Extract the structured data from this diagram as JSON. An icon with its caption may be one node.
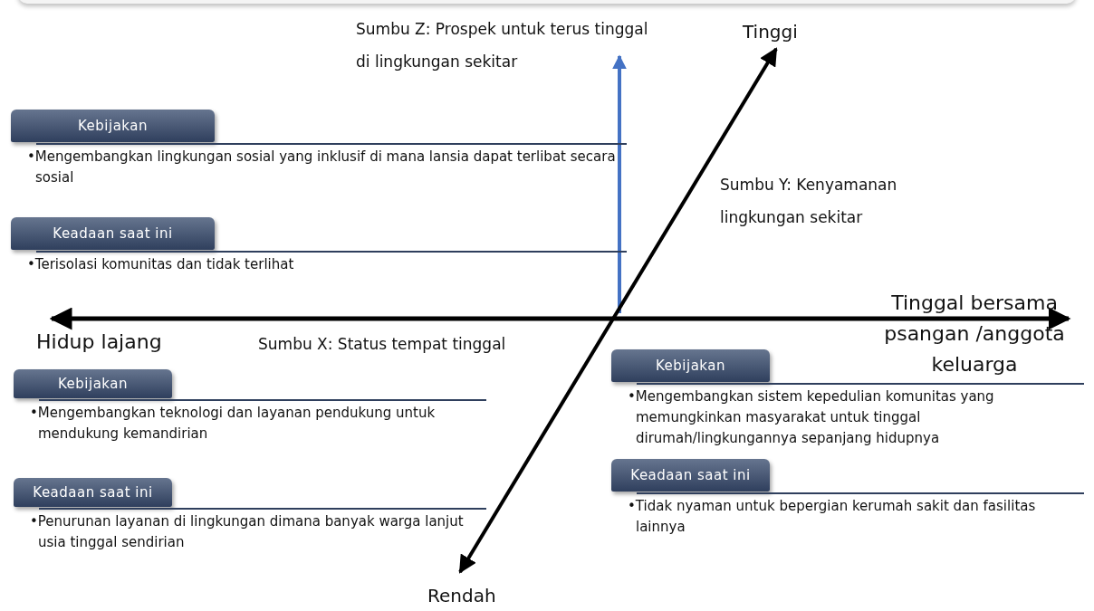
{
  "diagram": {
    "nodes": [
      {
        "text": [
          "Kebijakan",
          "•Mengembangkan lingkungan sosial yang inklusif di mana lansia dapat terlibat secara sosial"
        ]
      },
      {
        "text": [
          "Keadaan saat ini",
          "•Terisolasi komunitas dan tidak terlihat"
        ]
      },
      {
        "text": [
          "Kebijakan",
          "•Mengembangkan teknologi dan layanan pendukung untuk mendukung kemandirian"
        ]
      },
      {
        "text": [
          "Keadaan saat ini",
          "•Penurunan layanan di lingkungan dimana banyak warga lanjut usia tinggal sendirian"
        ]
      },
      {
        "text": [
          "Kebijakan",
          "•Mengembangkan sistem kepedulian komunitas yang memungkinkan masyarakat untuk tinggal dirumah/lingkungannya sepanjang hidupnya"
        ]
      },
      {
        "text": [
          "Keadaan saat ini",
          "•Tidak nyaman untuk bepergian kerumah sakit dan fasilitas lainnya"
        ]
      }
    ],
    "edges": [],
    "labels": [
      "Sumbu Z: Prospek untuk terus tinggal di lingkungan sekitar",
      "Tinggi",
      "Sumbu Y: Kenyamanan lingkungan sekitar",
      "Tinggal bersama psangan /anggota keluarga",
      "Hidup lajang",
      "Sumbu X: Status tempat tinggal",
      "Rendah"
    ]
  }
}
